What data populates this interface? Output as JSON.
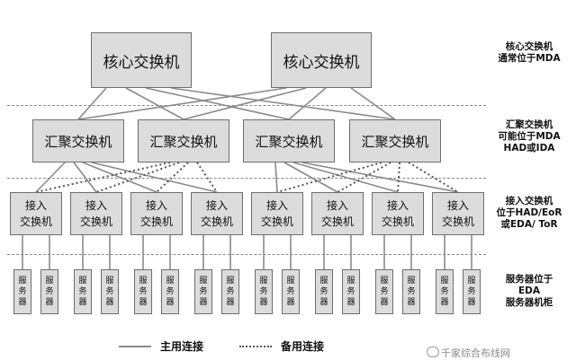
{
  "core": [
    "核心交换机",
    "核心交换机"
  ],
  "aggregation": [
    "汇聚交换机",
    "汇聚交换机",
    "汇聚交换机",
    "汇聚交换机"
  ],
  "access": [
    "接入\n交换机",
    "接入\n交换机",
    "接入\n交换机",
    "接入\n交换机",
    "接入\n交换机",
    "接入\n交换机",
    "接入\n交换机",
    "接入\n交换机"
  ],
  "server_label": "服\n务\n器",
  "tier_labels": {
    "core": "核心交换机\n通常位于MDA",
    "aggregation": "汇聚交换机\n可能位于MDA\nHAD或IDA",
    "access": "接入交换机\n位于HAD/EoR\n或EDA/ ToR",
    "server": "服务器位于\nEDA\n服务器机柜"
  },
  "legend": {
    "primary": "主用连接",
    "backup": "备用连接"
  },
  "watermark": "千家综合布线网",
  "colors": {
    "box_fill": "#dcdcdc",
    "box_border": "#6e6e6e",
    "line": "#8a8a8a"
  }
}
